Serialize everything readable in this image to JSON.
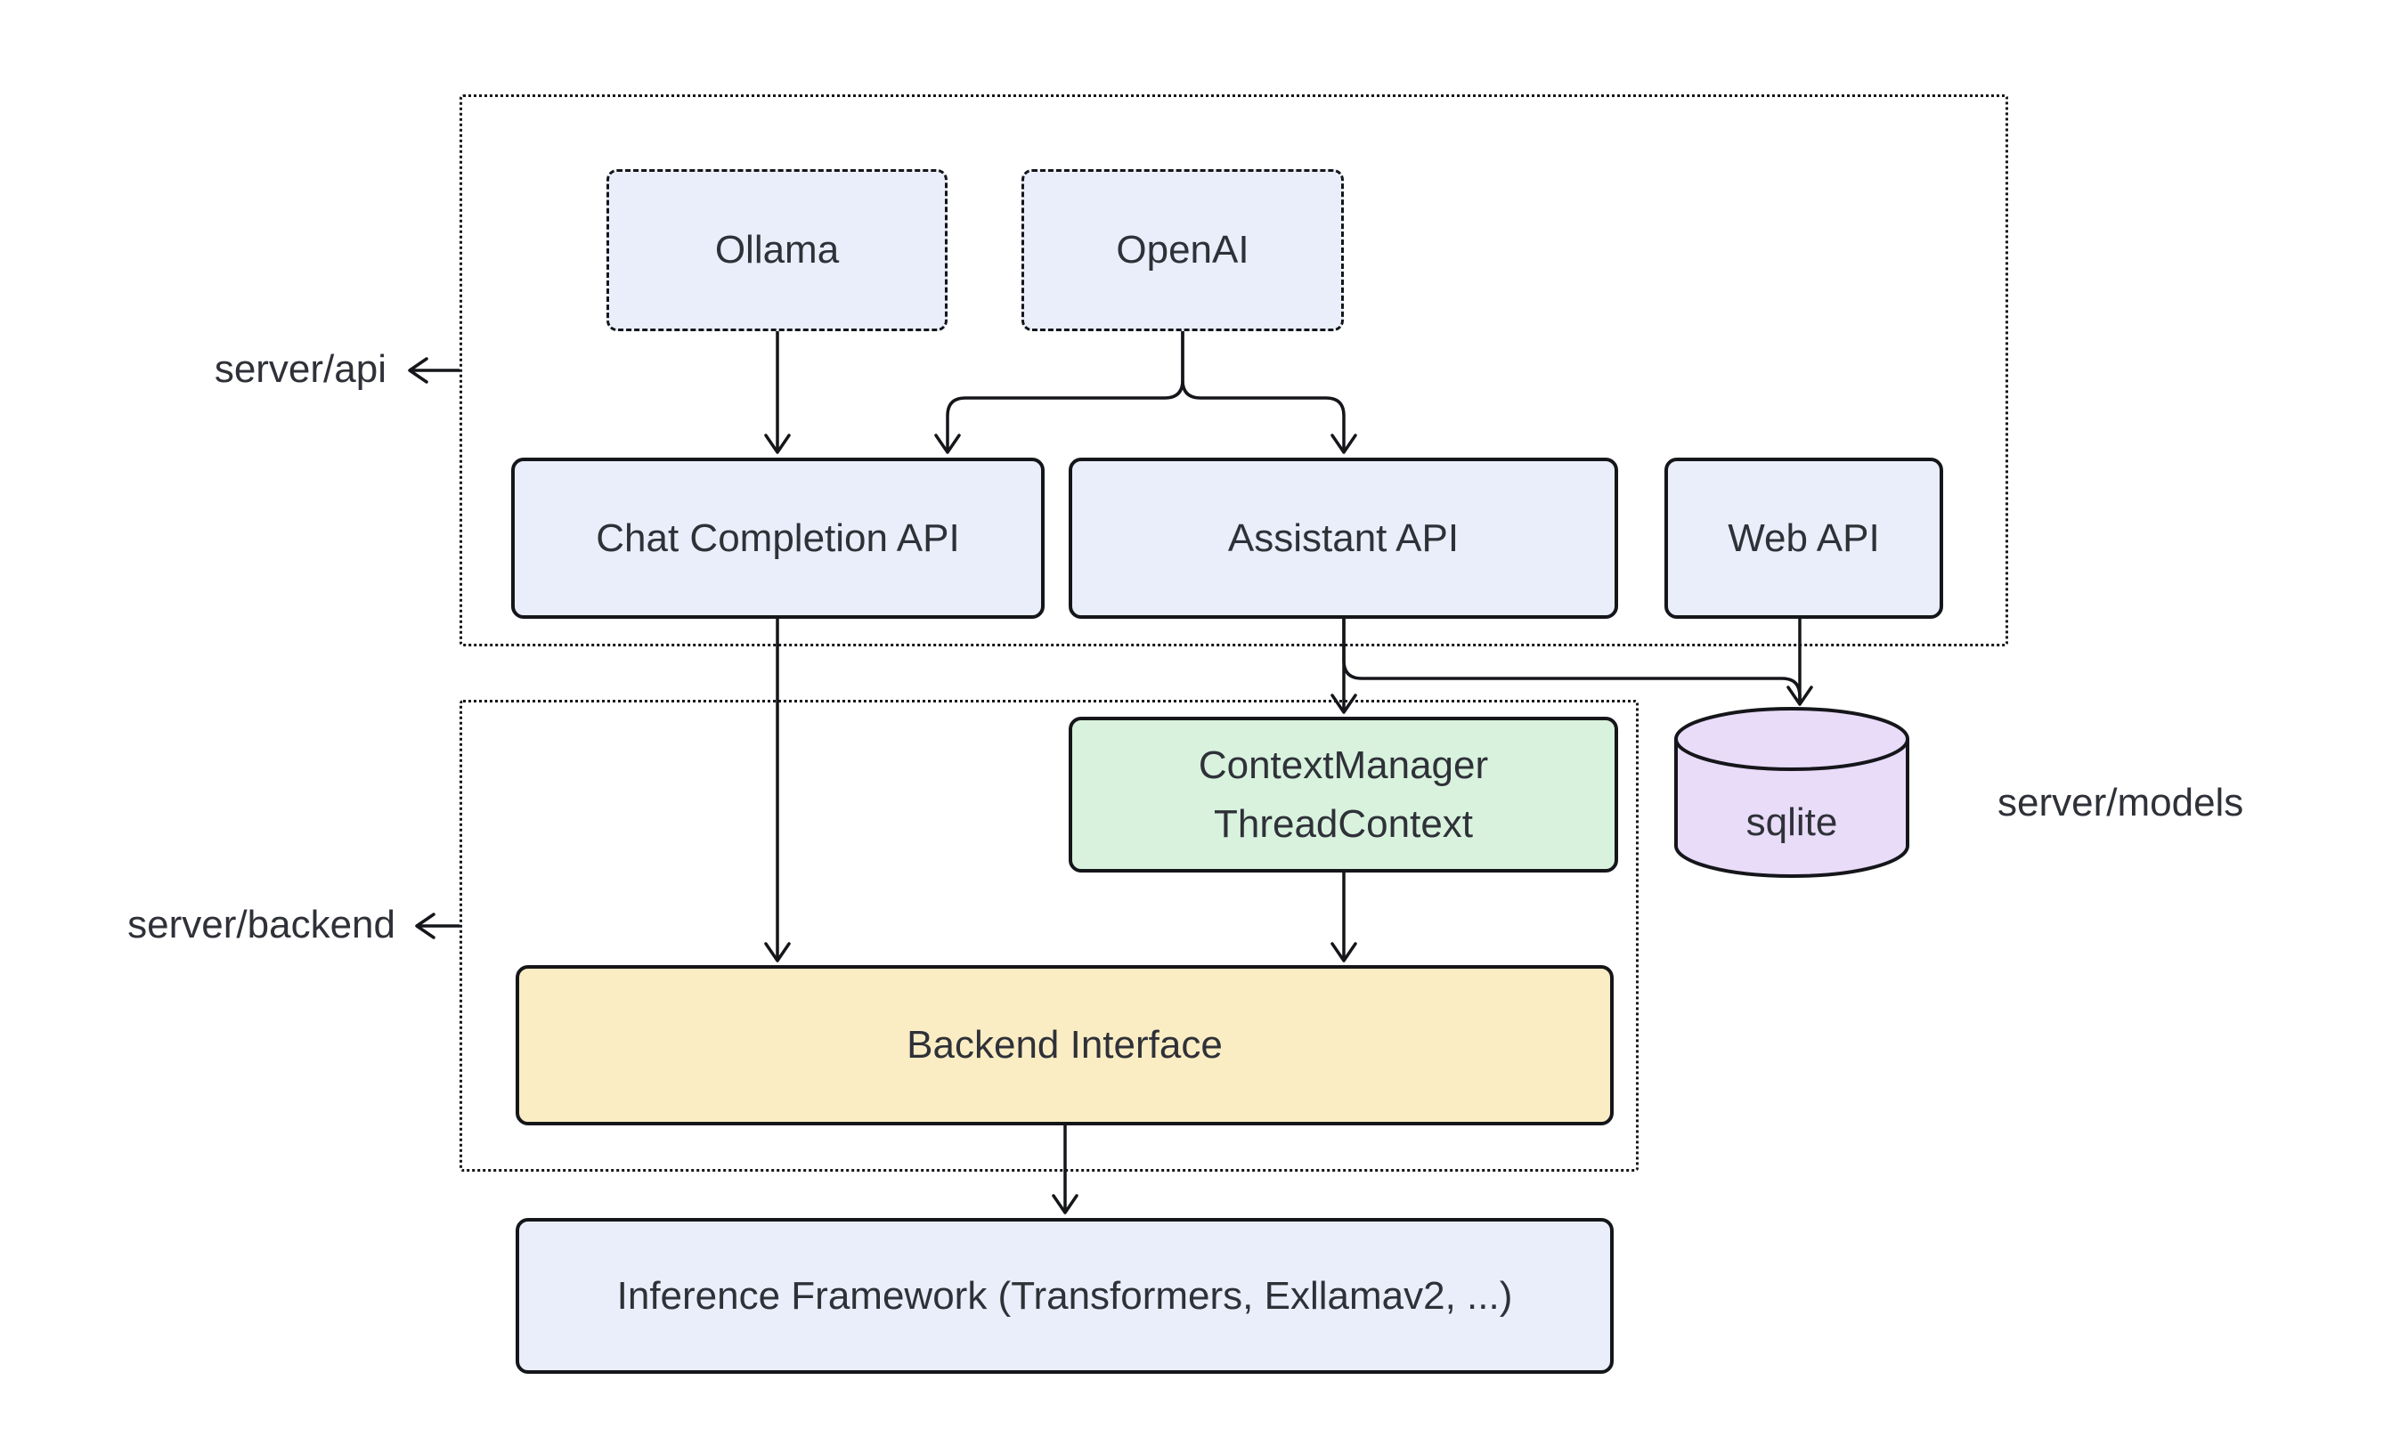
{
  "diagram": {
    "type": "flowchart",
    "background": "#ffffff",
    "colors": {
      "node_blue": "#e9eefa",
      "node_green": "#d8f2de",
      "node_yellow": "#faedc4",
      "node_purple": "#e9dcf9",
      "line": "#15161a",
      "text": "#2f3138"
    },
    "containers": {
      "api": {
        "label": "server/api"
      },
      "backend": {
        "label": "server/backend"
      },
      "models": {
        "label": "server/models"
      }
    },
    "nodes": {
      "ollama": {
        "label": "Ollama",
        "style": "dashed-blue"
      },
      "openai": {
        "label": "OpenAI",
        "style": "dashed-blue"
      },
      "chat_completion": {
        "label": "Chat Completion API",
        "style": "blue"
      },
      "assistant": {
        "label": "Assistant API",
        "style": "blue"
      },
      "web": {
        "label": "Web API",
        "style": "blue"
      },
      "context_manager": {
        "label_line1": "ContextManager",
        "label_line2": "ThreadContext",
        "style": "green"
      },
      "backend_interface": {
        "label": "Backend Interface",
        "style": "yellow"
      },
      "inference": {
        "label": "Inference Framework (Transformers, Exllamav2, ...)",
        "style": "blue"
      },
      "sqlite": {
        "label": "sqlite",
        "style": "purple-cylinder"
      }
    },
    "edges": [
      {
        "from": "Ollama",
        "to": "Chat Completion API"
      },
      {
        "from": "OpenAI",
        "to": "Chat Completion API"
      },
      {
        "from": "OpenAI",
        "to": "Assistant API"
      },
      {
        "from": "Chat Completion API",
        "to": "Backend Interface"
      },
      {
        "from": "Assistant API",
        "to": "ContextManager ThreadContext"
      },
      {
        "from": "Assistant API",
        "to": "sqlite"
      },
      {
        "from": "Web API",
        "to": "sqlite"
      },
      {
        "from": "ContextManager ThreadContext",
        "to": "Backend Interface"
      },
      {
        "from": "Backend Interface",
        "to": "Inference Framework (Transformers, Exllamav2, ...)"
      }
    ]
  }
}
